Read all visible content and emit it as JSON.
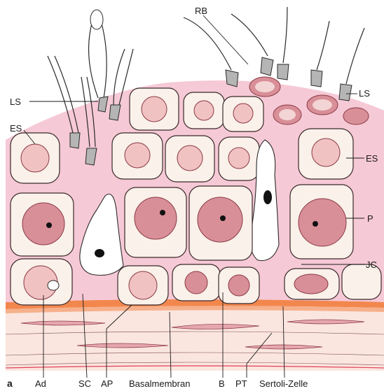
{
  "figure": {
    "panel_letter": "a",
    "labels": {
      "RB": "RB",
      "LS_left": "LS",
      "LS_right": "LS",
      "ES_left": "ES",
      "ES_right": "ES",
      "P": "P",
      "JC": "JC",
      "Ad": "Ad",
      "SC": "SC",
      "AP": "AP",
      "Basalmembran": "Basalmembran",
      "B": "B",
      "PT": "PT",
      "Sertoli": "Sertoli-Zelle"
    }
  },
  "colors": {
    "stroma": "#f6c9d6",
    "cell_fill": "#faf1ea",
    "nucleus": "#d98f98",
    "basement_membrane": "#f2874e",
    "peritubular": "#fbe6df"
  }
}
